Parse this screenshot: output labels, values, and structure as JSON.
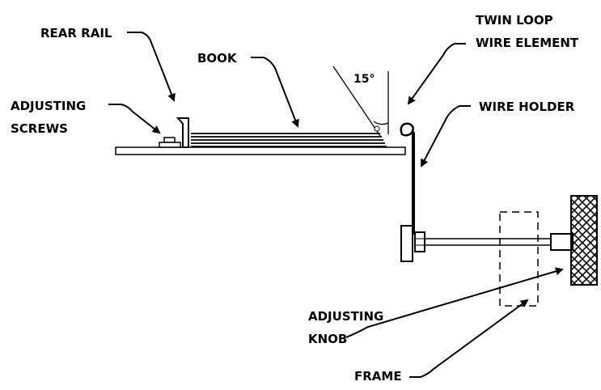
{
  "diagram": {
    "labels": {
      "rear_rail": "REAR RAIL",
      "book": "BOOK",
      "adjusting_screws_line1": "ADJUSTING",
      "adjusting_screws_line2": "SCREWS",
      "twin_loop_line1": "TWIN LOOP",
      "twin_loop_line2": "WIRE ELEMENT",
      "wire_holder": "WIRE HOLDER",
      "angle": "15°",
      "adjusting_knob_line1": "ADJUSTING",
      "adjusting_knob_line2": "KNOB",
      "frame": "FRAME"
    },
    "colors": {
      "ink": "#000000",
      "background": "#ffffff"
    }
  }
}
